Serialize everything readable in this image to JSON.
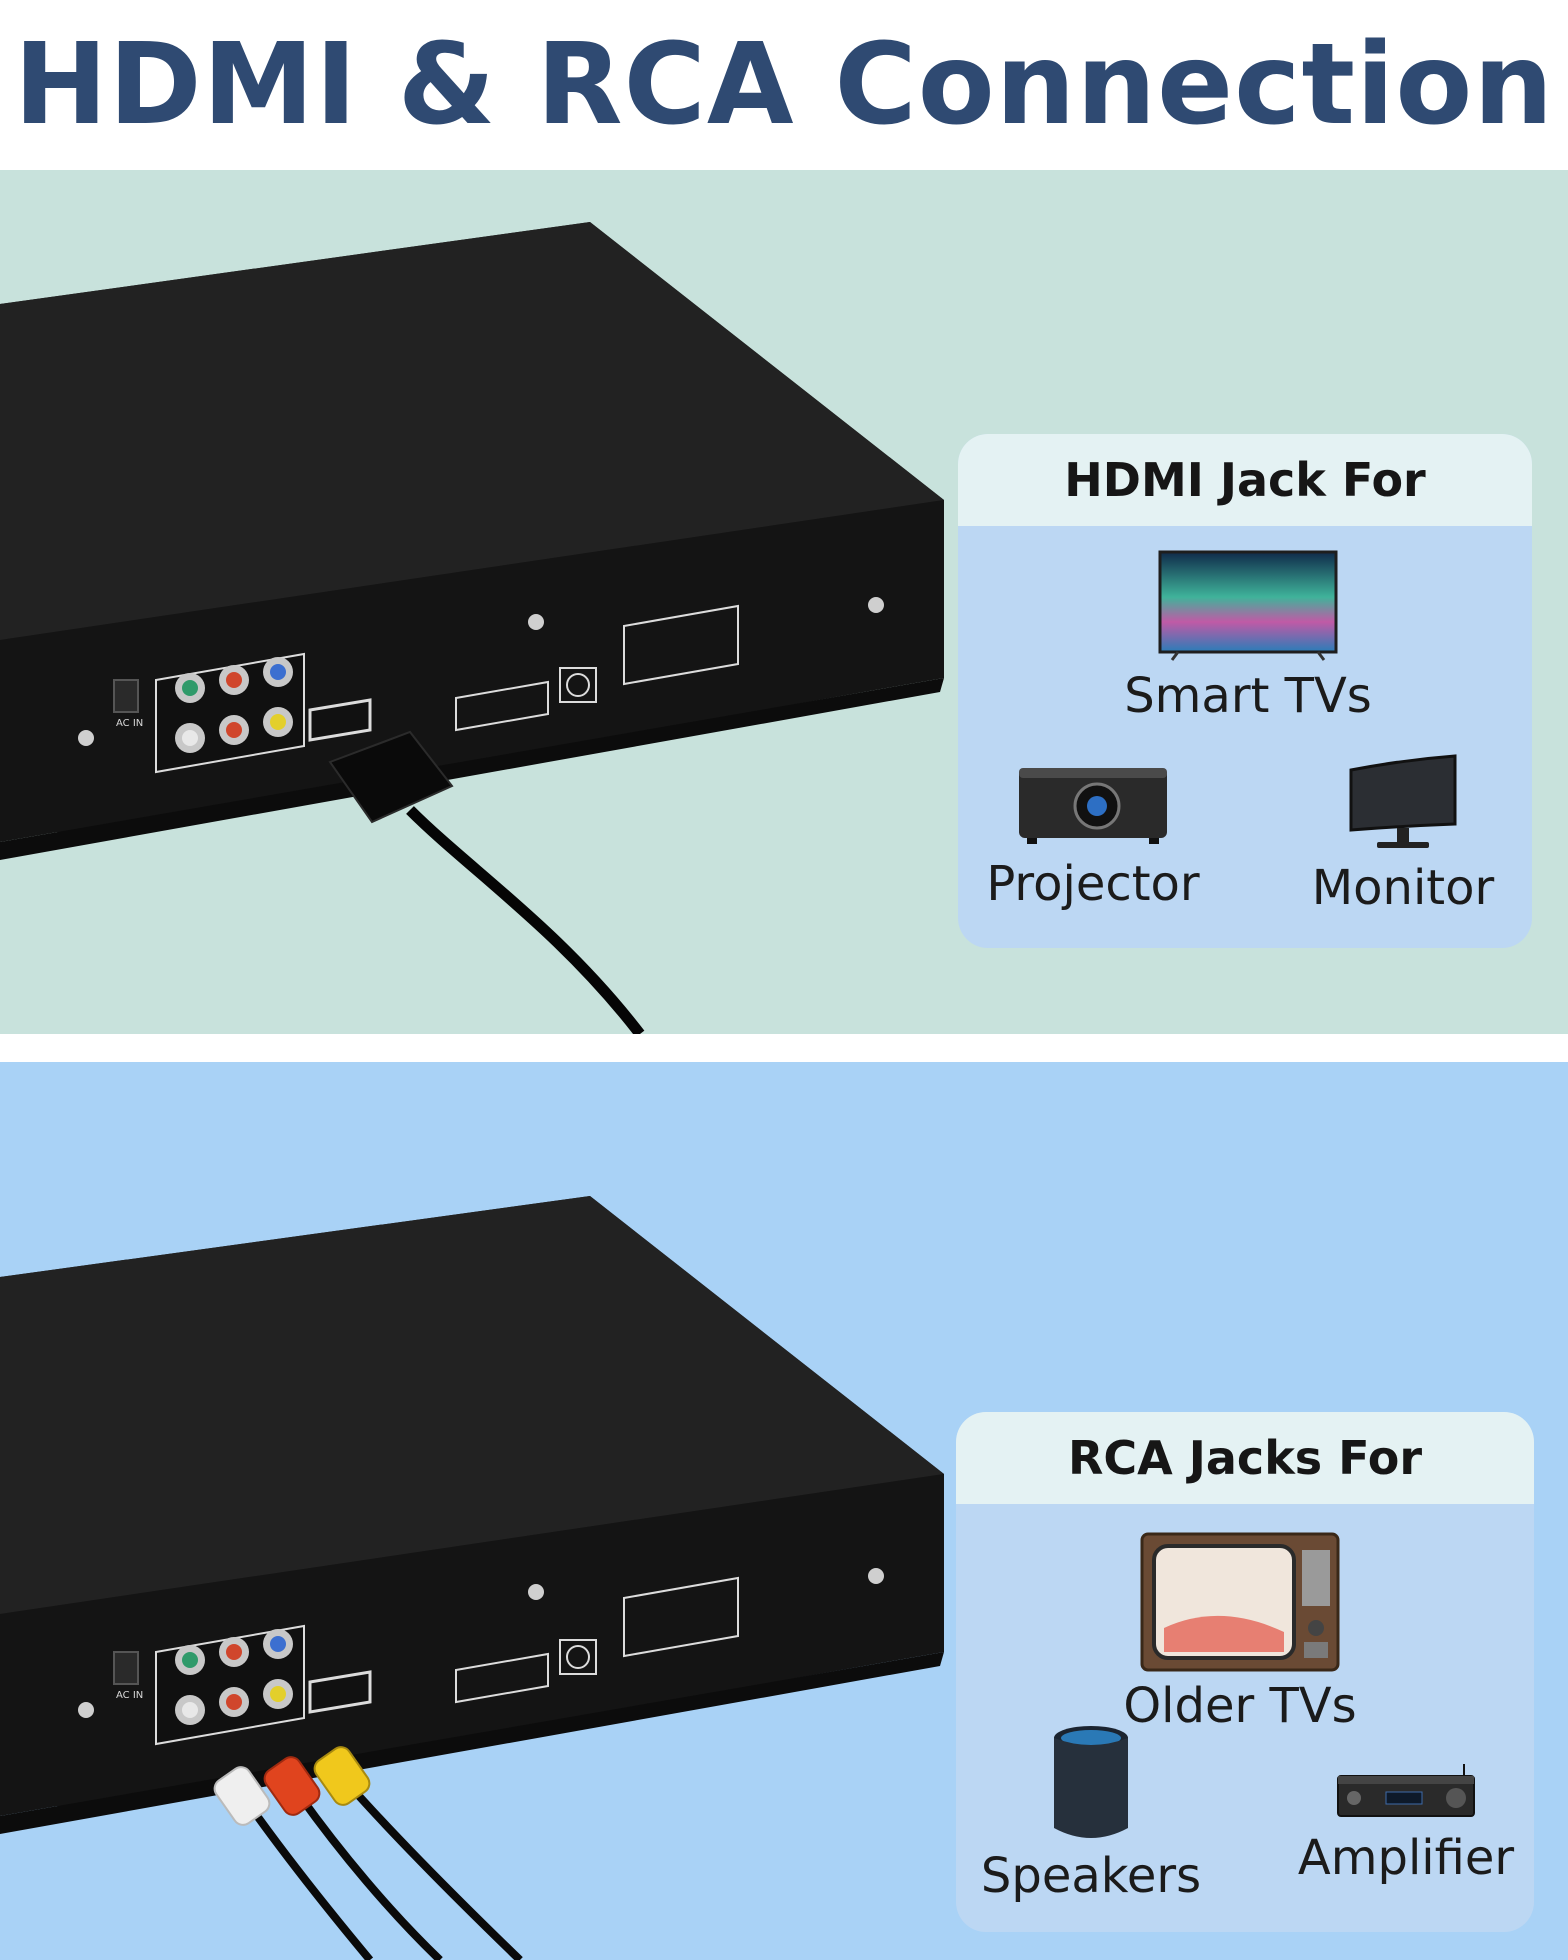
{
  "title": "HDMI & RCA Connection",
  "hdmi_card": {
    "heading": "HDMI Jack For",
    "devices": [
      {
        "label": "Smart TVs",
        "icon": "smart-tv-icon"
      },
      {
        "label": "Projector",
        "icon": "projector-icon"
      },
      {
        "label": "Monitor",
        "icon": "monitor-icon"
      }
    ]
  },
  "rca_card": {
    "heading": "RCA Jacks For",
    "devices": [
      {
        "label": "Older TVs",
        "icon": "older-tv-icon"
      },
      {
        "label": "Speakers",
        "icon": "speaker-icon"
      },
      {
        "label": "Amplifier",
        "icon": "amplifier-icon"
      }
    ]
  },
  "player_labels": {
    "ac_in": "AC IN"
  },
  "colors": {
    "title": "#2f4a72",
    "top_background": "#c8e2dc",
    "bottom_background": "#a9d2f6",
    "card_body": "#bcd7f3",
    "card_header": "#e4f2f3",
    "player": "#151515"
  }
}
